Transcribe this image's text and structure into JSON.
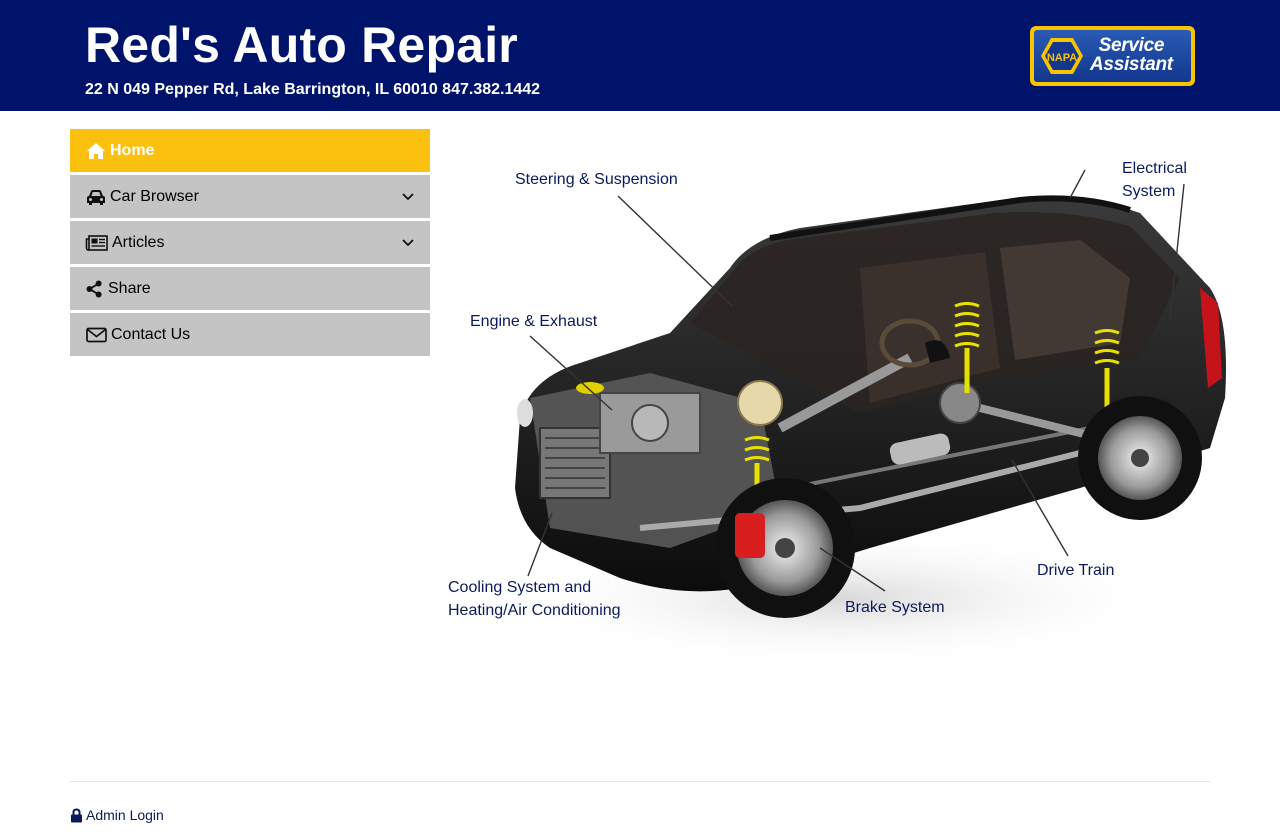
{
  "header": {
    "title": "Red's Auto Repair",
    "address": "22 N 049 Pepper Rd, Lake Barrington, IL 60010 847.382.1442",
    "badge": {
      "brand": "NAPA",
      "line1": "Service",
      "line2": "Assistant"
    }
  },
  "nav": {
    "items": [
      {
        "label": "Home",
        "icon": "home-icon"
      },
      {
        "label": "Car Browser",
        "icon": "car-icon"
      },
      {
        "label": "Articles",
        "icon": "newspaper-icon"
      },
      {
        "label": "Share",
        "icon": "share-icon"
      },
      {
        "label": "Contact Us",
        "icon": "envelope-icon"
      }
    ]
  },
  "diagram": {
    "labels": {
      "steering": "Steering & Suspension",
      "electrical_1": "Electrical",
      "electrical_2": "System",
      "engine": "Engine & Exhaust",
      "cooling_1": "Cooling System and",
      "cooling_2": "Heating/Air Conditioning",
      "brake": "Brake System",
      "drivetrain": "Drive Train"
    }
  },
  "footer": {
    "admin_login": "Admin Login"
  },
  "colors": {
    "header_bg": "#00136b",
    "active_nav": "#fcc10f",
    "nav_bg": "#c4c4c4",
    "label_text": "#0a1a5c"
  }
}
